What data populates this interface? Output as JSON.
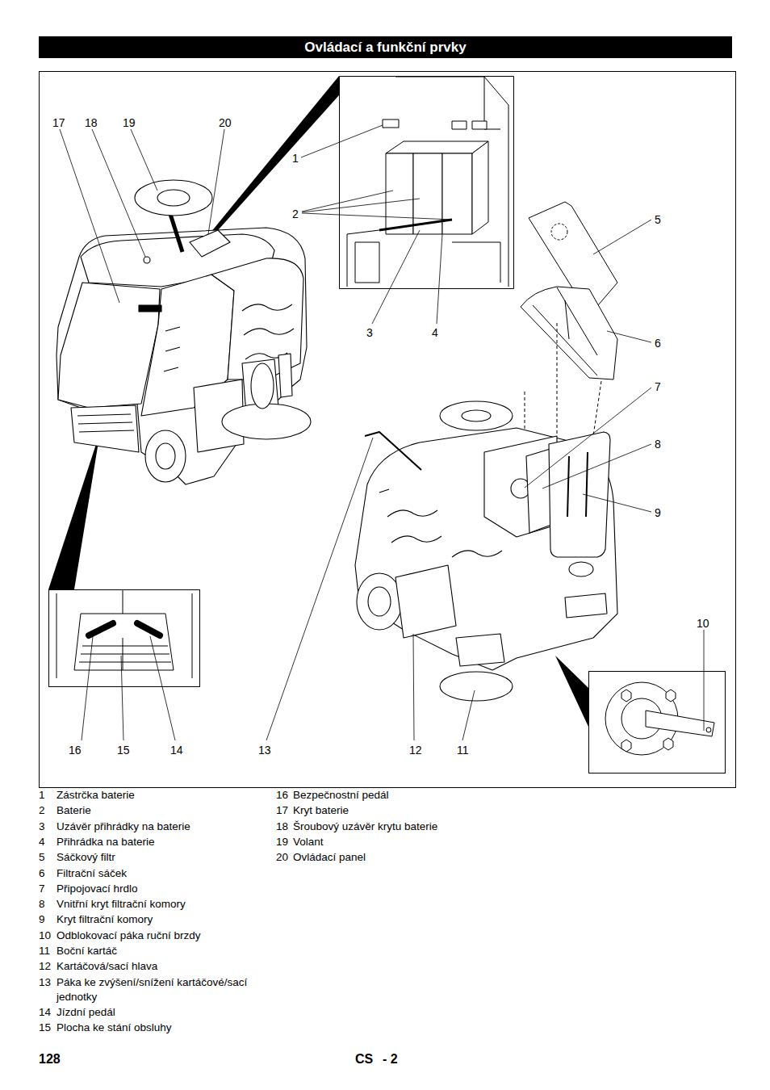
{
  "diagram": {
    "title": "Ovládací a funkční prvky",
    "labels": [
      "17",
      "18",
      "19",
      "20",
      "1",
      "2",
      "5",
      "3",
      "4",
      "6",
      "7",
      "8",
      "9",
      "10",
      "16",
      "15",
      "14",
      "13",
      "12",
      "11",
      "1",
      "Zástrčka baterie",
      "2",
      "Baterie",
      "3",
      "Uzávěr přihrádky na baterie",
      "4",
      "Přihrádka na baterie",
      "5",
      "Sáčkový filtr",
      "6",
      "Filtrační sáček",
      "7",
      "Připojovací hrdlo",
      "8",
      "Vnitřní kryt filtrační komory",
      "9",
      "Kryt filtrační komory",
      "10",
      "Odblokovací páka ruční brzdy",
      "11",
      "Boční kartáč",
      "12",
      "Kartáčová/sací hlava",
      "13",
      "Páka ke zvýšení/snížení kartáčové/sací jednotky",
      "14",
      "Jízdní pedál",
      "15",
      "Plocha ke stání obsluhy",
      "16",
      "Bezpečnostní pedál",
      "17",
      "Kryt baterie",
      "18",
      "Šroubový uzávěr krytu baterie",
      "19",
      "Volant",
      "20",
      "Ovládací panel",
      "128",
      "CS",
      "- 2"
    ]
  }
}
